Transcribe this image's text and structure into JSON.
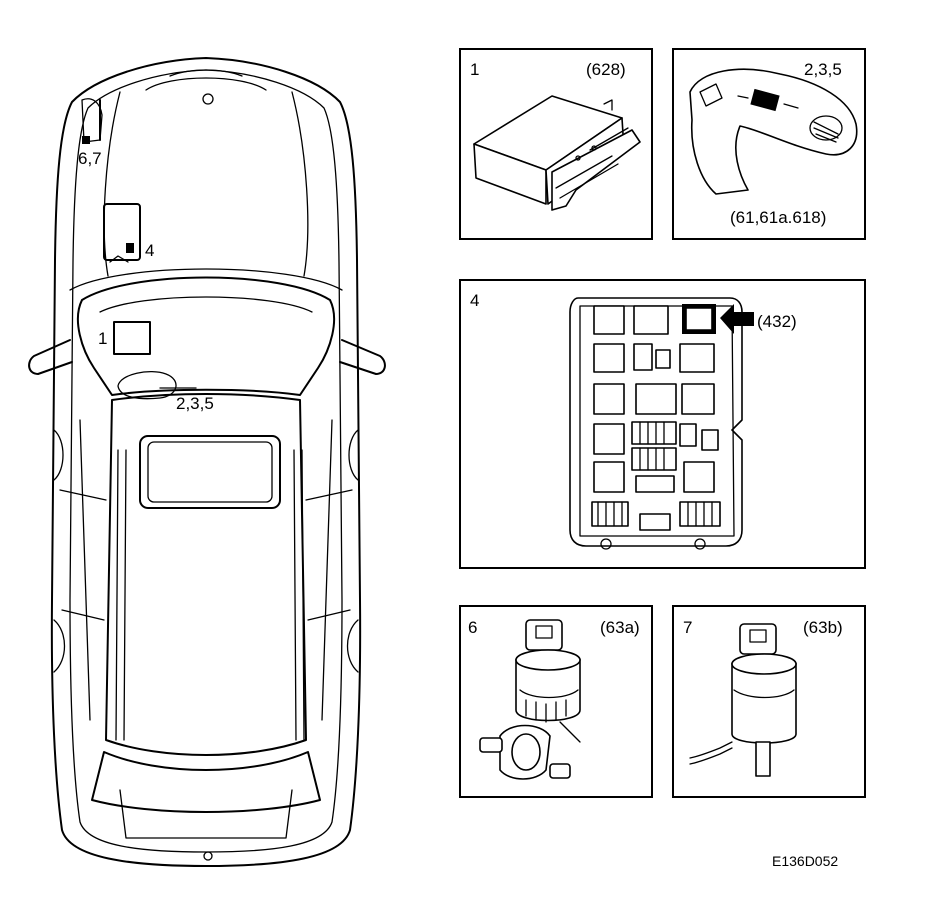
{
  "car": {
    "labels": {
      "pos_67": "6,7",
      "pos_4": "4",
      "pos_1": "1",
      "pos_235": "2,3,5"
    }
  },
  "panels": [
    {
      "number": "1",
      "code": "(628)"
    },
    {
      "number": "2,3,5",
      "code": "(61,61a.618)"
    },
    {
      "number": "4",
      "code": "(432)"
    },
    {
      "number": "6",
      "code": "(63a)"
    },
    {
      "number": "7",
      "code": "(63b)"
    }
  ],
  "figure_id": "E136D052"
}
